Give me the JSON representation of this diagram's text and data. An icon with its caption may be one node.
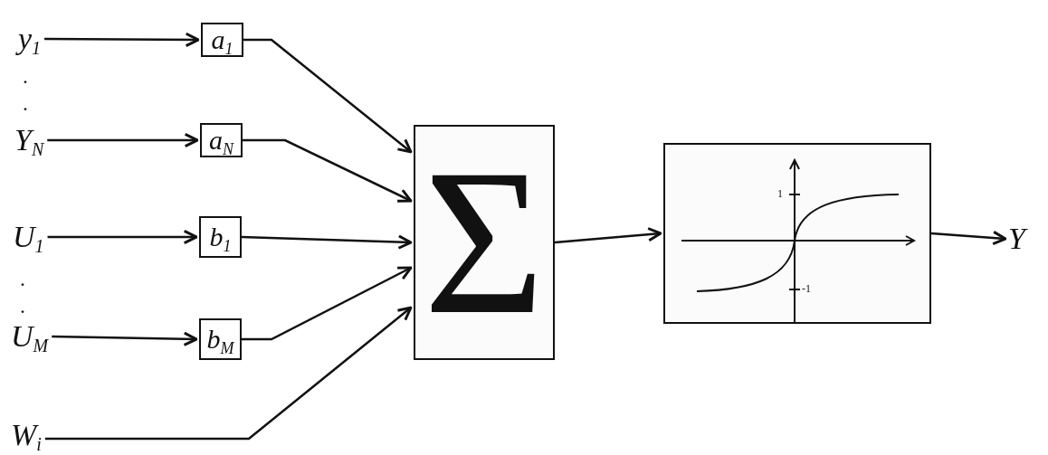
{
  "diagram": {
    "nodes": [
      {
        "text": [
          "y$_{1}$"
        ]
      },
      {
        "text": [
          "a$_{1}$"
        ]
      },
      {
        "text": [
          "Y$_{N}$"
        ]
      },
      {
        "text": [
          "a$_{N}$"
        ]
      },
      {
        "text": [
          "U$_{1}$"
        ]
      },
      {
        "text": [
          "b$_{1}$"
        ]
      },
      {
        "text": [
          "U$_{M}$"
        ]
      },
      {
        "text": [
          "b$_{M}$"
        ]
      },
      {
        "text": [
          "W$_{i}$"
        ]
      },
      {
        "text": [
          "Σ"
        ]
      },
      {
        "text": [
          "1",
          "-1"
        ]
      },
      {
        "text": [
          "Y"
        ]
      }
    ],
    "edges": [
      {
        "from": 0,
        "to": 1,
        "arrow": "to"
      },
      {
        "from": 2,
        "to": 3,
        "arrow": "to"
      },
      {
        "from": 4,
        "to": 5,
        "arrow": "to"
      },
      {
        "from": 6,
        "to": 7,
        "arrow": "to"
      },
      {
        "from": 1,
        "to": 9,
        "arrow": "to"
      },
      {
        "from": 3,
        "to": 9,
        "arrow": "to"
      },
      {
        "from": 5,
        "to": 9,
        "arrow": "to"
      },
      {
        "from": 7,
        "to": 9,
        "arrow": "to"
      },
      {
        "from": 8,
        "to": 9,
        "arrow": "to"
      },
      {
        "from": 9,
        "to": 10,
        "arrow": "to"
      },
      {
        "from": 10,
        "to": 11,
        "arrow": "to"
      }
    ],
    "labels": [
      ".",
      ".",
      ".",
      "."
    ]
  }
}
